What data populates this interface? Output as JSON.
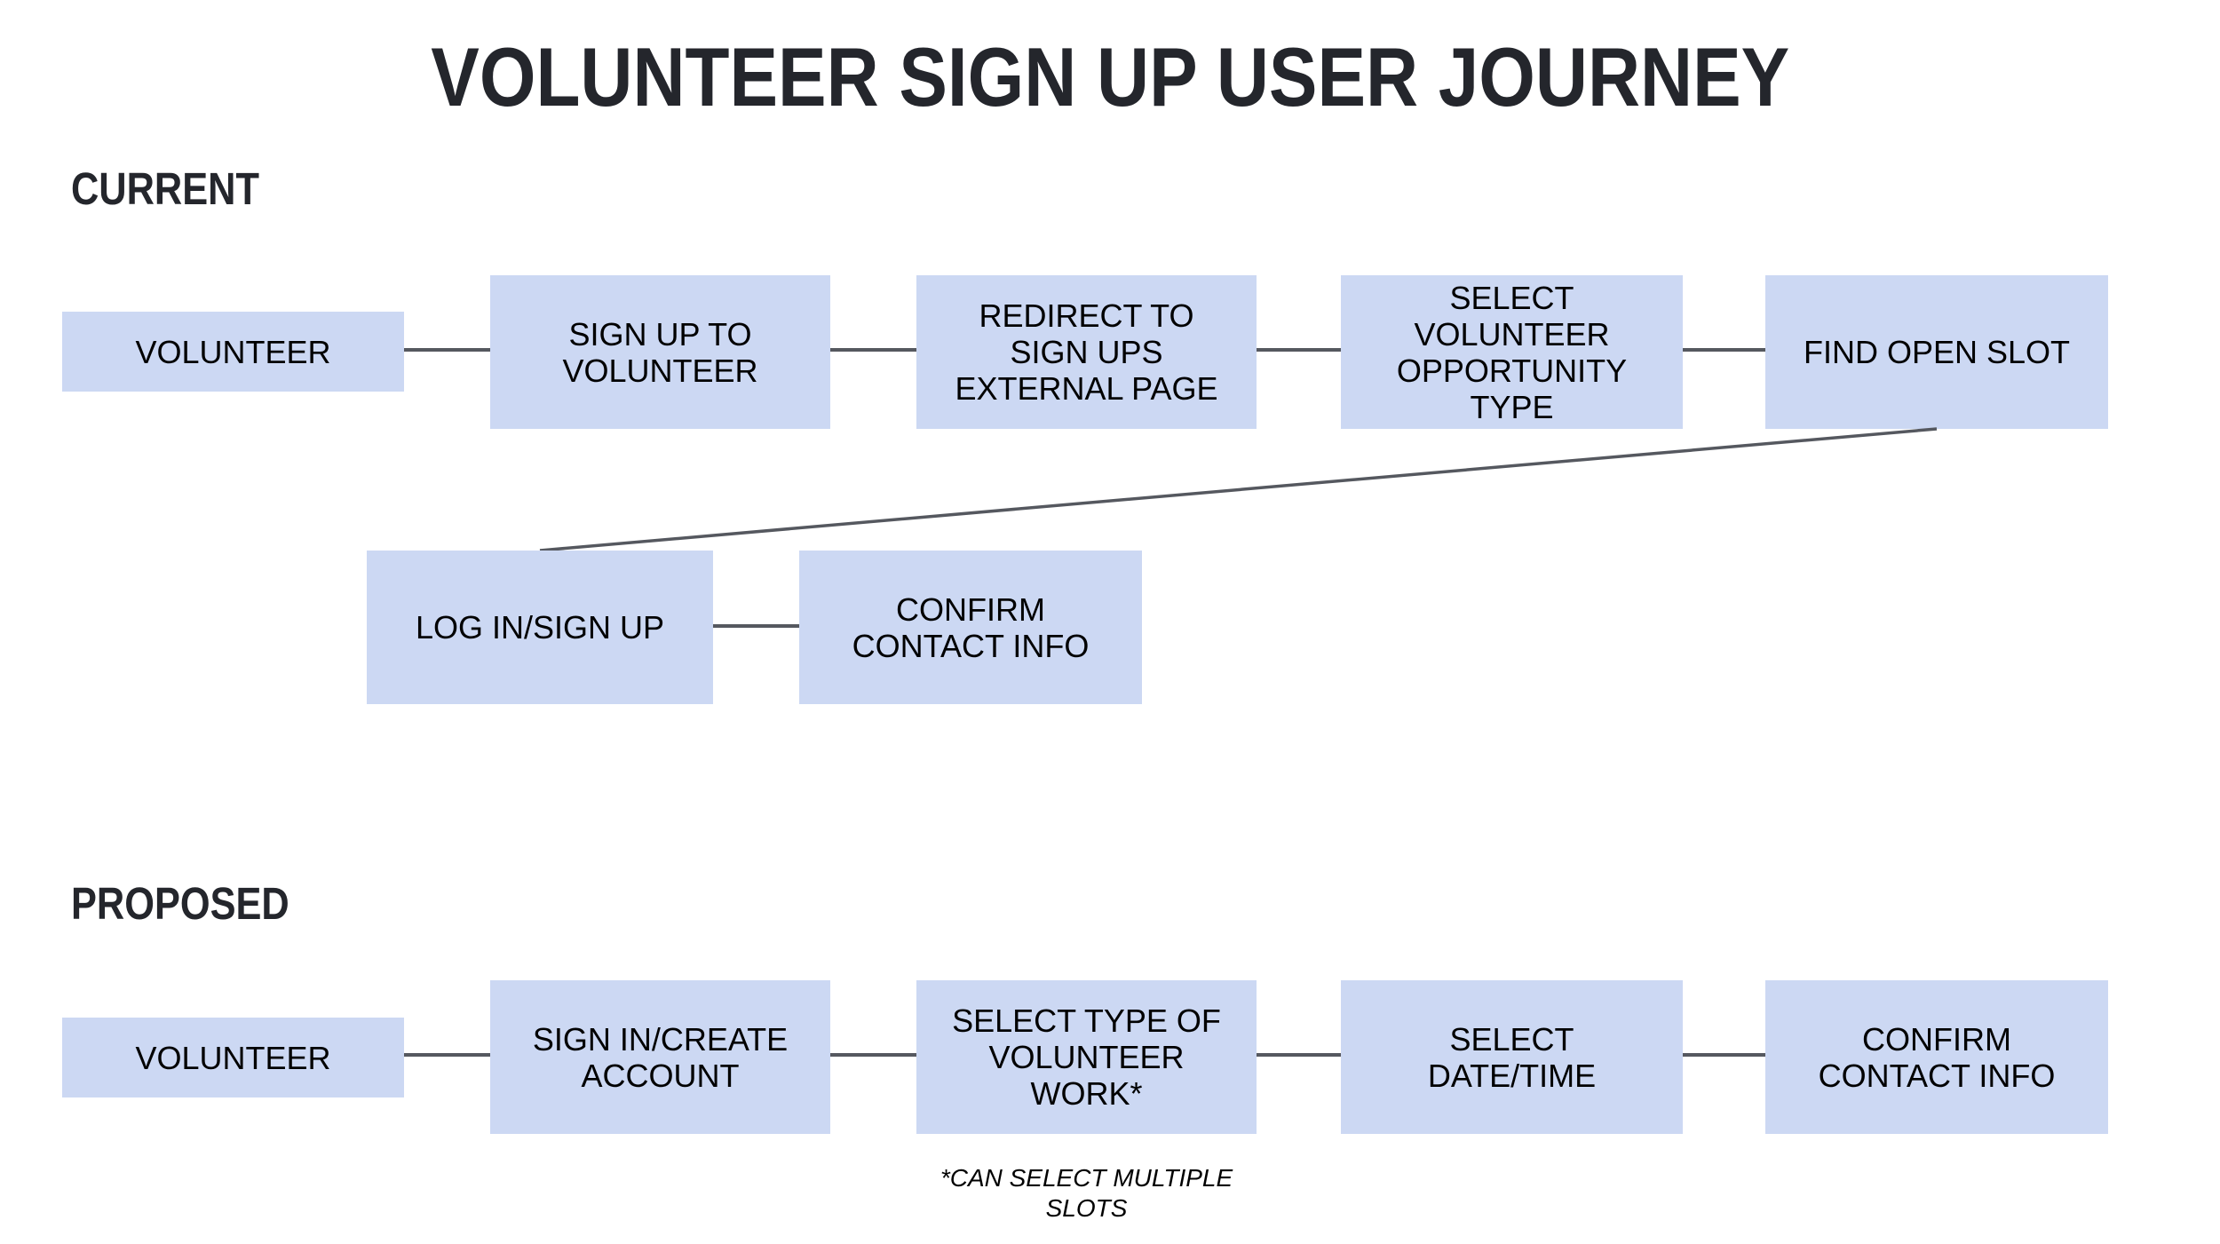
{
  "title": "VOLUNTEER SIGN UP USER JOURNEY",
  "sections": {
    "current": {
      "label": "CURRENT",
      "steps": [
        "VOLUNTEER",
        "SIGN UP TO VOLUNTEER",
        "REDIRECT TO SIGN UPS EXTERNAL PAGE",
        "SELECT VOLUNTEER OPPORTUNITY TYPE",
        "FIND OPEN SLOT",
        "LOG IN/SIGN UP",
        "CONFIRM CONTACT INFO"
      ]
    },
    "proposed": {
      "label": "PROPOSED",
      "steps": [
        "VOLUNTEER",
        "SIGN IN/CREATE ACCOUNT",
        "SELECT TYPE OF VOLUNTEER WORK*",
        "SELECT DATE/TIME",
        "CONFIRM CONTACT INFO"
      ],
      "footnote": "*CAN SELECT MULTIPLE SLOTS"
    }
  },
  "colors": {
    "box_fill": "#ccd8f3",
    "connector": "#55585f",
    "heading_text": "#24262c",
    "box_text": "#000000",
    "background": "#ffffff"
  }
}
